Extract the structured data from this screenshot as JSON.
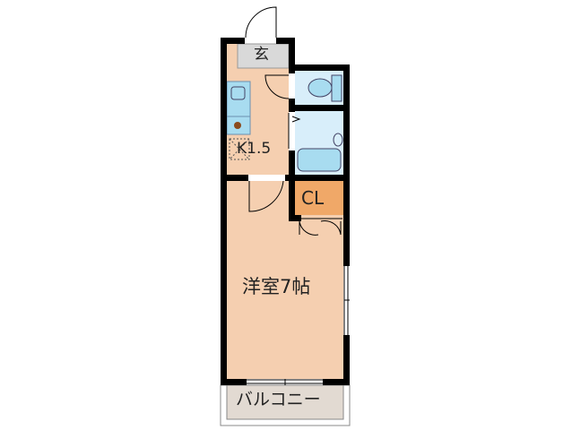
{
  "rooms": {
    "entrance": "玄",
    "kitchen": "K1.5",
    "closet": "CL",
    "western_room": "洋室7帖",
    "balcony": "バルコニー"
  },
  "colors": {
    "wall": "#000000",
    "floor": "#f5cfb0",
    "entrance": "#d9d9d9",
    "wet_area": "#d8eefa",
    "fixture": "#a8dcf0",
    "closet": "#f0a868",
    "balcony": "#e2dad2"
  }
}
